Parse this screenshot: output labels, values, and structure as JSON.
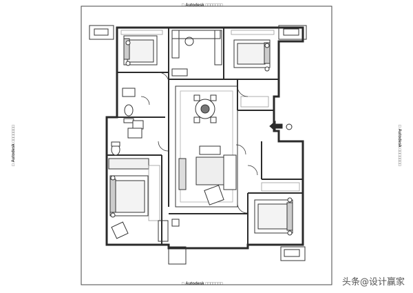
{
  "watermark": {
    "brand": "Autodesk",
    "suffix": "□□□□□□□",
    "prefix": "□"
  },
  "credit": {
    "source": "头条",
    "author": "@设计赢家"
  },
  "colors": {
    "wall": "#2a2a2a",
    "wall_fill": "#555555",
    "line": "#333333",
    "light": "#bbbbbb",
    "hatch": "#999999"
  }
}
